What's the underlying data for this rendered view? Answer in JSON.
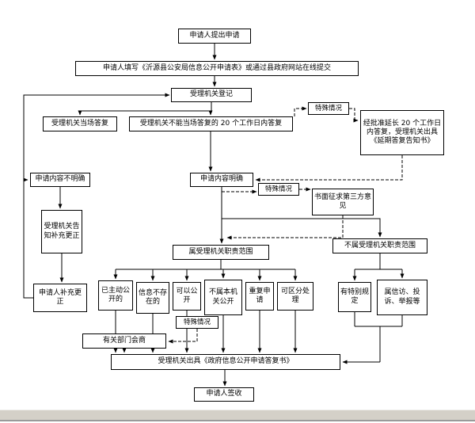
{
  "diagram": {
    "nodes": {
      "submit": {
        "label": "申请人提出申请"
      },
      "fill_form": {
        "label": "申请人填写《沂源县公安局信息公开申请表》或通过县政府网站在线提交"
      },
      "register": {
        "label": "受理机关登记"
      },
      "onsite_reply": {
        "label": "受理机关当场答复"
      },
      "reply_20": {
        "label": "受理机关不能当场答复的 20 个工作日内答复"
      },
      "special_case_1": {
        "label": "特殊情况"
      },
      "extend": {
        "label": "经批准延长 20 个工作日内答复，受理机关出具《延期答复告知书》"
      },
      "unclear": {
        "label": "申请内容不明确"
      },
      "clear": {
        "label": "申请内容明确"
      },
      "special_case_2": {
        "label": "特殊情况"
      },
      "third_party": {
        "label": "书面征求第三方意见"
      },
      "notify_correct": {
        "label": "受理机关告知补充更正"
      },
      "in_scope": {
        "label": "属受理机关职责范围"
      },
      "out_scope": {
        "label": "不属受理机关职责范围"
      },
      "supplement": {
        "label": "申请人补充更正"
      },
      "already_public": {
        "label": "已主动公开的"
      },
      "not_exist": {
        "label": "信息不存在的"
      },
      "can_public": {
        "label": "可以公开"
      },
      "not_this_org": {
        "label": "不属本机关公开"
      },
      "repeat_apply": {
        "label": "重复申请"
      },
      "separable": {
        "label": "可区分处理"
      },
      "special_provision": {
        "label": "有特别规定"
      },
      "petition": {
        "label": "属信访、投诉、举报等"
      },
      "special_case_3": {
        "label": "特殊情况"
      },
      "consult": {
        "label": "有关部门会商"
      },
      "reply_doc": {
        "label": "受理机关出具《政府信息公开申请答复书》"
      },
      "sign": {
        "label": "申请人签收"
      }
    },
    "colors": {
      "line": "#000000",
      "box_border": "#000000",
      "background": "#ffffff",
      "chrome_bar": "#d4d0c8"
    }
  }
}
